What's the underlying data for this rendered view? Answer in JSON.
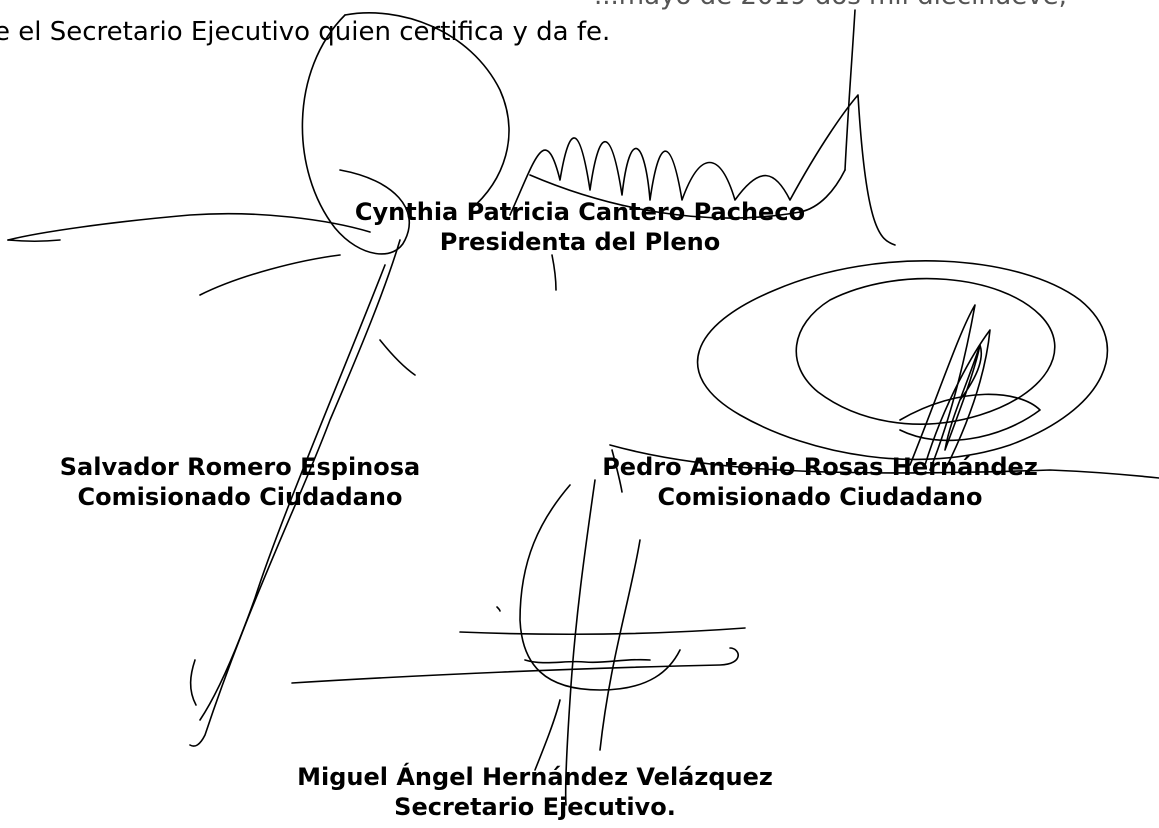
{
  "document": {
    "top_text": {
      "line1_fragment": "...mayo de 2019 dos mil diecinueve,",
      "line2": "e el Secretario Ejecutivo quien certifica y da fe."
    },
    "signatories": [
      {
        "name": "Cynthia Patricia Cantero Pacheco",
        "role": "Presidenta del Pleno"
      },
      {
        "name": "Salvador Romero Espinosa",
        "role": "Comisionado Ciudadano"
      },
      {
        "name": "Pedro Antonio Rosas Hernández",
        "role": "Comisionado Ciudadano"
      },
      {
        "name": "Miguel Ángel Hernández Velázquez",
        "role": "Secretario Ejecutivo."
      }
    ]
  }
}
